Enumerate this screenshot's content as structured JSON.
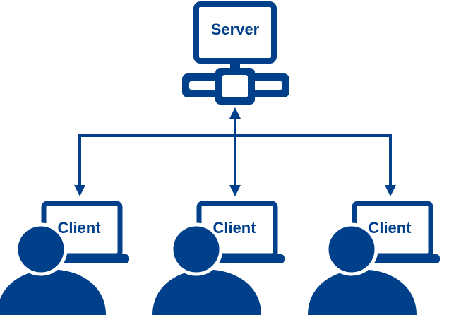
{
  "colors": {
    "primary": "#003f8a",
    "background": "#ffffff",
    "screen_fill": "#ffffff"
  },
  "server": {
    "label": "Server",
    "icon": "server-monitor-icon"
  },
  "clients": [
    {
      "label": "Client",
      "icon": "client-user-laptop-icon"
    },
    {
      "label": "Client",
      "icon": "client-user-laptop-icon"
    },
    {
      "label": "Client",
      "icon": "client-user-laptop-icon"
    }
  ],
  "connections": {
    "type": "bidirectional-tree",
    "from": "server",
    "to": [
      "clients.0",
      "clients.1",
      "clients.2"
    ]
  }
}
